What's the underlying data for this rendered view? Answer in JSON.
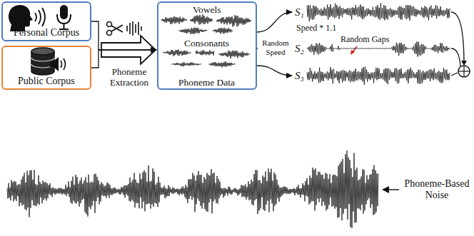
{
  "diagram": {
    "nodes": [
      {
        "text": [
          "Personal Corpus"
        ]
      },
      {
        "text": [
          "Public Corpus"
        ]
      },
      {
        "text": [
          "Vowels",
          "Consonants",
          "Phoneme Data"
        ]
      },
      {
        "text": [
          "S₁"
        ]
      },
      {
        "text": [
          "S₂"
        ]
      },
      {
        "text": [
          "S₃"
        ]
      }
    ],
    "edges": [
      {
        "from": 0,
        "to": 2,
        "arrow": "to",
        "label": "Phoneme Extraction"
      },
      {
        "from": 1,
        "to": 2,
        "arrow": "to"
      },
      {
        "from": 2,
        "to": 3,
        "arrow": "to",
        "label": "Speed * 1.1"
      },
      {
        "from": 2,
        "to": 4,
        "arrow": "to",
        "label": "Random Speed"
      },
      {
        "from": 2,
        "to": 5,
        "arrow": "to"
      }
    ],
    "labels": [
      "Random Gaps",
      "Phoneme-Based Noise"
    ]
  }
}
